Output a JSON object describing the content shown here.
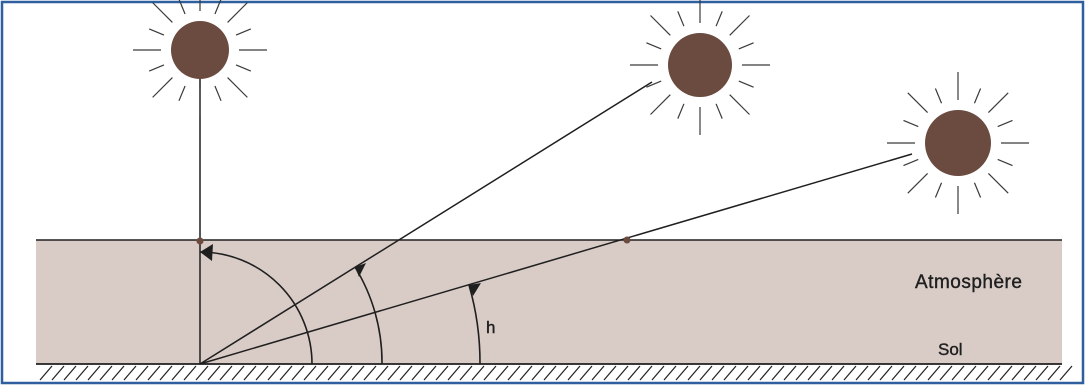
{
  "labels": {
    "atmosphere": "Atmosphère",
    "ground": "Sol",
    "angle": "h"
  },
  "colors": {
    "frame": "#2f5f9e",
    "atmosphere_fill": "#d9ccc6",
    "sun_fill": "#6b4a40",
    "line": "#1f1f1f"
  },
  "suns": [
    {
      "name": "sun-zenith"
    },
    {
      "name": "sun-mid"
    },
    {
      "name": "sun-low"
    }
  ],
  "icons": [
    "sun-icon",
    "ground-hatch",
    "angle-arrow-icon"
  ]
}
